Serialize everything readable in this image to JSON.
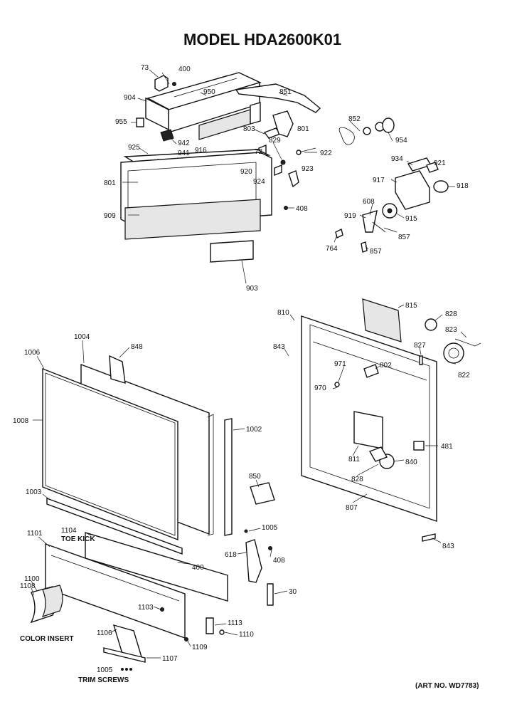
{
  "title": "MODEL HDA2600K01",
  "art_number": "(ART NO. WD7783)",
  "captions": {
    "toe_kick": "TOE KICK",
    "color_insert": "COLOR INSERT",
    "trim_screws": "TRIM SCREWS"
  },
  "labels": {
    "p73": "73",
    "p400a": "400",
    "p904": "904",
    "p950": "950",
    "p851": "851",
    "p955": "955",
    "p942": "942",
    "p941": "941",
    "p916": "916",
    "p803": "803",
    "p801a": "801",
    "p852": "852",
    "p954": "954",
    "p925": "925",
    "p829": "829",
    "p72": "72",
    "p922": "922",
    "p920": "920",
    "p924": "924",
    "p923": "923",
    "p934": "934",
    "p921": "921",
    "p917": "917",
    "p918": "918",
    "p801b": "801",
    "p408a": "408",
    "p608": "608",
    "p919": "919",
    "p915": "915",
    "p909": "909",
    "p857a": "857",
    "p764": "764",
    "p857b": "857",
    "p903": "903",
    "p810": "810",
    "p815": "815",
    "p828a": "828",
    "p823": "823",
    "p843a": "843",
    "p827": "827",
    "p971": "971",
    "p802": "802",
    "p822": "822",
    "p970": "970",
    "p481": "481",
    "p811": "811",
    "p840": "840",
    "p828b": "828",
    "p807": "807",
    "p843b": "843",
    "p1006": "1006",
    "p1004": "1004",
    "p848": "848",
    "p1008": "1008",
    "p1002": "1002",
    "p850": "850",
    "p1003": "1003",
    "p1101": "1101",
    "p1104": "1104",
    "p1005a": "1005",
    "p618": "618",
    "p408b": "408",
    "p400b": "400",
    "p1100": "1100",
    "p1108": "1108",
    "p30": "30",
    "p1103": "1103",
    "p1113": "1113",
    "p1110": "1110",
    "p1106": "1106",
    "p1109": "1109",
    "p1107": "1107",
    "p1005b": "1005"
  }
}
